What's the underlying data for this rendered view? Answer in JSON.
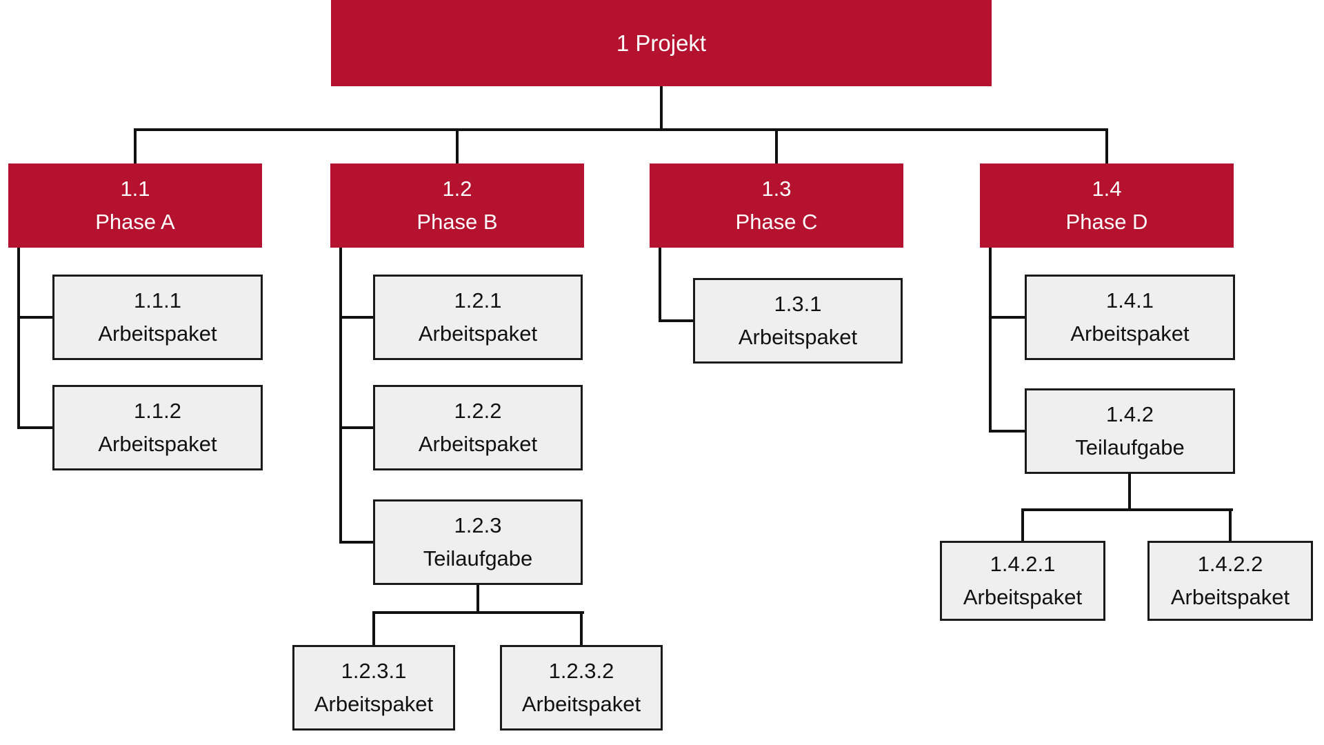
{
  "diagram": {
    "type": "work-breakdown-structure",
    "root": {
      "label": "1 Projekt"
    },
    "phases": [
      {
        "code": "1.1",
        "name": "Phase A",
        "children": [
          {
            "code": "1.1.1",
            "name": "Arbeitspaket"
          },
          {
            "code": "1.1.2",
            "name": "Arbeitspaket"
          }
        ]
      },
      {
        "code": "1.2",
        "name": "Phase B",
        "children": [
          {
            "code": "1.2.1",
            "name": "Arbeitspaket"
          },
          {
            "code": "1.2.2",
            "name": "Arbeitspaket"
          },
          {
            "code": "1.2.3",
            "name": "Teilaufgabe",
            "children": [
              {
                "code": "1.2.3.1",
                "name": "Arbeitspaket"
              },
              {
                "code": "1.2.3.2",
                "name": "Arbeitspaket"
              }
            ]
          }
        ]
      },
      {
        "code": "1.3",
        "name": "Phase C",
        "children": [
          {
            "code": "1.3.1",
            "name": "Arbeitspaket"
          }
        ]
      },
      {
        "code": "1.4",
        "name": "Phase D",
        "children": [
          {
            "code": "1.4.1",
            "name": "Arbeitspaket"
          },
          {
            "code": "1.4.2",
            "name": "Teilaufgabe",
            "children": [
              {
                "code": "1.4.2.1",
                "name": "Arbeitspaket"
              },
              {
                "code": "1.4.2.2",
                "name": "Arbeitspaket"
              }
            ]
          }
        ]
      }
    ],
    "colors": {
      "phase_fill": "#B5122F",
      "phase_text": "#FFFFFF",
      "leaf_fill": "#EFEFEF",
      "leaf_border": "#1A1A1A",
      "line": "#111111"
    }
  }
}
